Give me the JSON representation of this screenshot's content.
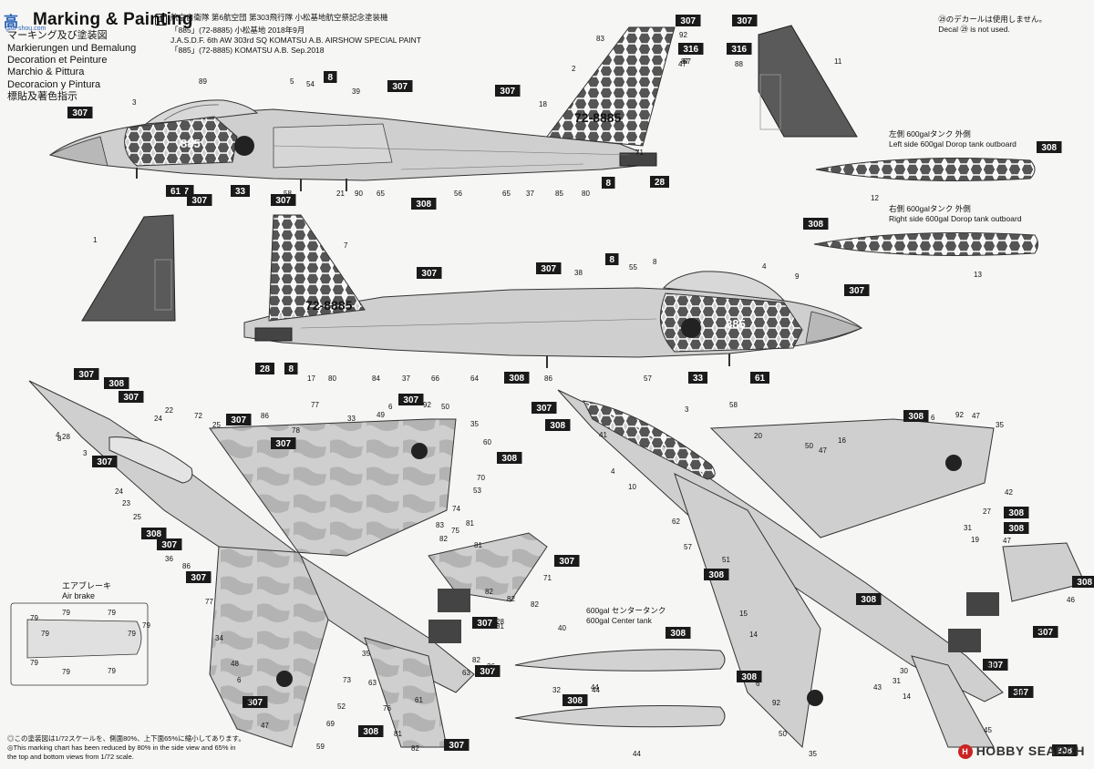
{
  "title": {
    "main": "Marking & Painting",
    "lines": [
      "マーキング及び塗装図",
      "Markierungen und Bemalung",
      "Decoration et Peinture",
      "Marchio & Pittura",
      "Decoracion y Pintura",
      "標貼及著色指示"
    ]
  },
  "scheme": {
    "number": "1",
    "lines": [
      "航空自衛隊 第6航空団 第303飛行隊 小松基地航空祭記念塗装機",
      "「885」(72-8885) 小松基地 2018年9月",
      "J.A.S.D.F. 6th AW 303rd SQ KOMATSU A.B. AIRSHOW SPECIAL PAINT",
      "「885」(72-8885) KOMATSU A.B. Sep.2018"
    ]
  },
  "decal_note": {
    "jp": "㉙のデカールは使用しません。",
    "en": "Decal ㉙ is not used."
  },
  "tanks": {
    "left_jp": "左側 600galタンク 外側",
    "left_en": "Left side 600gal Dorop tank outboard",
    "right_jp": "右側 600galタンク 外側",
    "right_en": "Right side 600gal Dorop tank outboard",
    "center_jp": "600gal センタータンク",
    "center_en": "600gal Center tank"
  },
  "airbrake": {
    "jp": "エアブレーキ",
    "en": "Air brake"
  },
  "footnote": {
    "jp": "◎この塗装図は1/72スケールを、側面80%、上下面65%に縮小してあります。",
    "en1": "◎This marking chart has been reduced by 80% in the side view and 65% in",
    "en2": "the top and bottom views from 1/72 scale."
  },
  "brand": "HOBBY SEARCH",
  "watermark": {
    "top": "高",
    "sub": "gao-shou.com"
  },
  "aircraft": {
    "serial": "72-8885",
    "nose": "885"
  },
  "color_codes": [
    "307",
    "308",
    "316"
  ],
  "side_upper_boxed": [
    "307",
    "307",
    "307",
    "8",
    "8",
    "61",
    "33",
    "308",
    "28",
    "307"
  ],
  "side_upper_numbers": [
    "3",
    "89",
    "5",
    "54",
    "39",
    "2",
    "18",
    "83",
    "87",
    "58",
    "21",
    "90",
    "65",
    "56",
    "65",
    "37",
    "85",
    "80",
    "71"
  ],
  "side_lower_boxed": [
    "307",
    "8",
    "307",
    "28",
    "8",
    "308",
    "33",
    "61",
    "307"
  ],
  "side_lower_numbers": [
    "7",
    "38",
    "55",
    "8",
    "4",
    "9",
    "17",
    "80",
    "84",
    "37",
    "66",
    "64",
    "86",
    "57"
  ],
  "fin_numbers": [
    "92",
    "47",
    "87",
    "88",
    "11",
    "1"
  ],
  "tank_numbers": [
    "12",
    "13"
  ],
  "center_tank_numbers": [
    "40",
    "32",
    "44",
    "44"
  ],
  "top_numbers": [
    "4",
    "8",
    "28",
    "3",
    "22",
    "24",
    "72",
    "25",
    "86",
    "78",
    "77",
    "33",
    "6",
    "49",
    "92",
    "50",
    "35",
    "60",
    "70",
    "53",
    "24",
    "23",
    "25",
    "36",
    "86",
    "74",
    "83",
    "75",
    "81",
    "82",
    "81",
    "71",
    "77",
    "34",
    "48",
    "6",
    "92",
    "47",
    "73",
    "52",
    "69",
    "59",
    "35",
    "63",
    "76",
    "81",
    "82",
    "61",
    "82",
    "26",
    "63",
    "28",
    "82",
    "82",
    "82",
    "81"
  ],
  "bottom_numbers": [
    "3",
    "41",
    "4",
    "10",
    "58",
    "20",
    "50",
    "47",
    "6",
    "92",
    "47",
    "35",
    "62",
    "57",
    "51",
    "16",
    "15",
    "14",
    "42",
    "27",
    "31",
    "19",
    "47",
    "46",
    "8",
    "28",
    "43",
    "31",
    "30",
    "6",
    "92",
    "50",
    "35",
    "14",
    "45",
    "92",
    "44"
  ],
  "airbrake_numbers": [
    "79",
    "79",
    "79",
    "79",
    "79",
    "79",
    "79",
    "79",
    "79"
  ]
}
